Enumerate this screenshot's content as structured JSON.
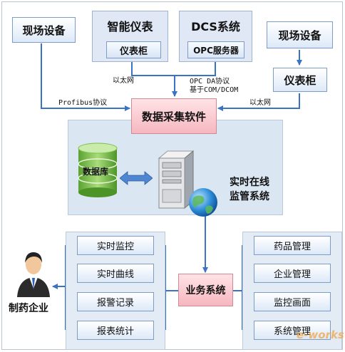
{
  "top": {
    "field_left": "现场设备",
    "smart": {
      "title": "智能仪表",
      "sub": "仪表柜"
    },
    "dcs": {
      "title": "DCS系统",
      "sub": "OPC服务器"
    },
    "field_right": "现场设备",
    "cabinet_right": "仪表柜"
  },
  "labels": {
    "ethernet_left": "以太网",
    "opc_line1": "OPC DA协议",
    "opc_line2": "基于COM/DCOM",
    "profibus": "Profibus协议",
    "ethernet_right": "以太网"
  },
  "center": {
    "daq": "数据采集软件",
    "database": "数据库",
    "monitor_line1": "实时在线",
    "monitor_line2": "监管系统",
    "business": "业务系统"
  },
  "left_modules": [
    "实时监控",
    "实时曲线",
    "报警记录",
    "报表统计"
  ],
  "right_modules": [
    "药品管理",
    "企业管理",
    "监控画面",
    "系统管理"
  ],
  "enterprise": "制药企业",
  "watermark": "e-works",
  "colors": {
    "arrow": "#3a73c4",
    "pink": "#f6b7c0",
    "panel": "#dbe6f3"
  }
}
